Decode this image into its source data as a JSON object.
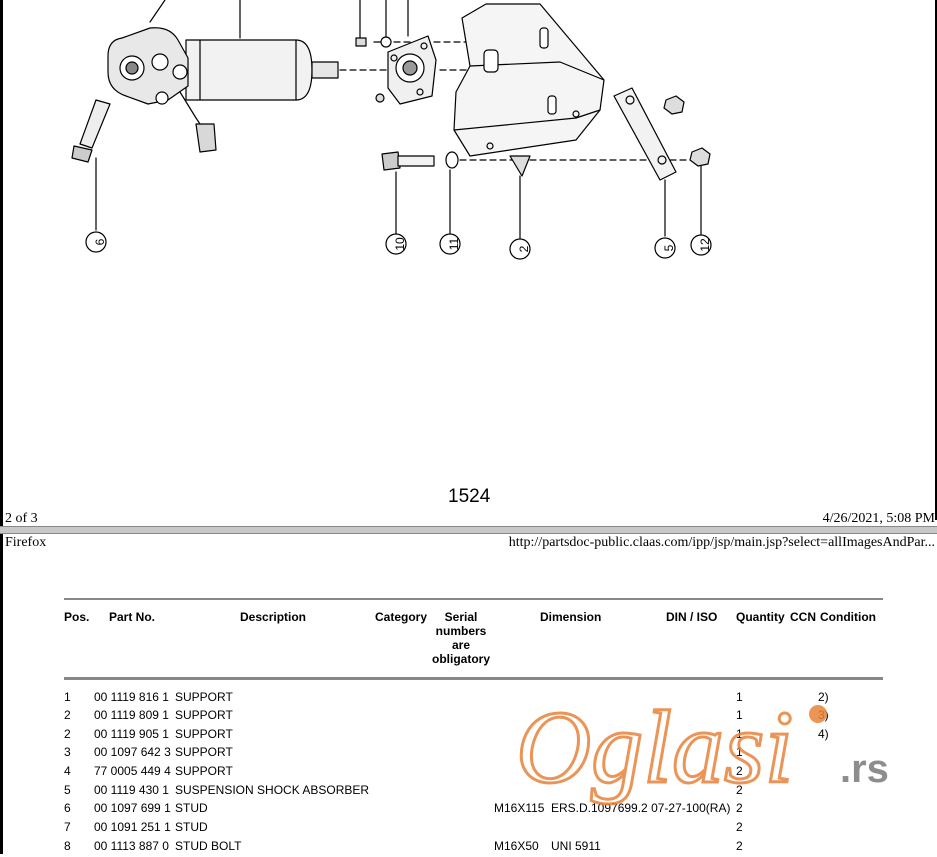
{
  "previous_page": {
    "diagram_callouts": [
      "6",
      "10",
      "11",
      "2",
      "5",
      "12"
    ],
    "page_number": "1524",
    "footer_left": "2 of 3",
    "footer_right": "4/26/2021, 5:08 PM"
  },
  "current_page": {
    "header_left": "Firefox",
    "header_right": "http://partsdoc-public.claas.com/ipp/jsp/main.jsp?select=allImagesAndPar..."
  },
  "table": {
    "columns": {
      "pos": "Pos.",
      "part_no": "Part No.",
      "description": "Description",
      "category": "Category",
      "serial_1": "Serial",
      "serial_2": "numbers",
      "serial_3": "are",
      "serial_4": "obligatory",
      "dimension": "Dimension",
      "din_iso": "DIN / ISO",
      "quantity": "Quantity",
      "ccn": "CCN",
      "condition": "Condition"
    },
    "rows": [
      {
        "pos": "1",
        "part_no": "00 1119 816 1",
        "description": "SUPPORT",
        "dimension": "",
        "din_iso": "",
        "quantity": "1",
        "condition": "2)"
      },
      {
        "pos": "2",
        "part_no": "00 1119 809 1",
        "description": "SUPPORT",
        "dimension": "",
        "din_iso": "",
        "quantity": "1",
        "condition": "3)"
      },
      {
        "pos": "2",
        "part_no": "00 1119 905 1",
        "description": "SUPPORT",
        "dimension": "",
        "din_iso": "",
        "quantity": "1",
        "condition": "4)"
      },
      {
        "pos": "3",
        "part_no": "00 1097 642 3",
        "description": "SUPPORT",
        "dimension": "",
        "din_iso": "",
        "quantity": "1",
        "condition": ""
      },
      {
        "pos": "4",
        "part_no": "77 0005 449 4",
        "description": "SUPPORT",
        "dimension": "",
        "din_iso": "",
        "quantity": "2",
        "condition": ""
      },
      {
        "pos": "5",
        "part_no": "00 1119 430 1",
        "description": "SUSPENSION SHOCK ABSORBER",
        "dimension": "",
        "din_iso": "",
        "quantity": "2",
        "condition": ""
      },
      {
        "pos": "6",
        "part_no": "00 1097 699 1",
        "description": "STUD",
        "dimension": "M16X115",
        "din_iso": "ERS.D.1097699.2 07-27-100(RA)",
        "quantity": "2",
        "condition": ""
      },
      {
        "pos": "7",
        "part_no": "00 1091 251 1",
        "description": "STUD",
        "dimension": "",
        "din_iso": "",
        "quantity": "2",
        "condition": ""
      },
      {
        "pos": "8",
        "part_no": "00 1113 887 0",
        "description": "STUD BOLT",
        "dimension": "M16X50",
        "din_iso": "UNI 5911",
        "quantity": "2",
        "condition": ""
      }
    ]
  },
  "watermark": {
    "logo": "Oglasi",
    "suffix": ".rs",
    "color": "#e8823a"
  }
}
